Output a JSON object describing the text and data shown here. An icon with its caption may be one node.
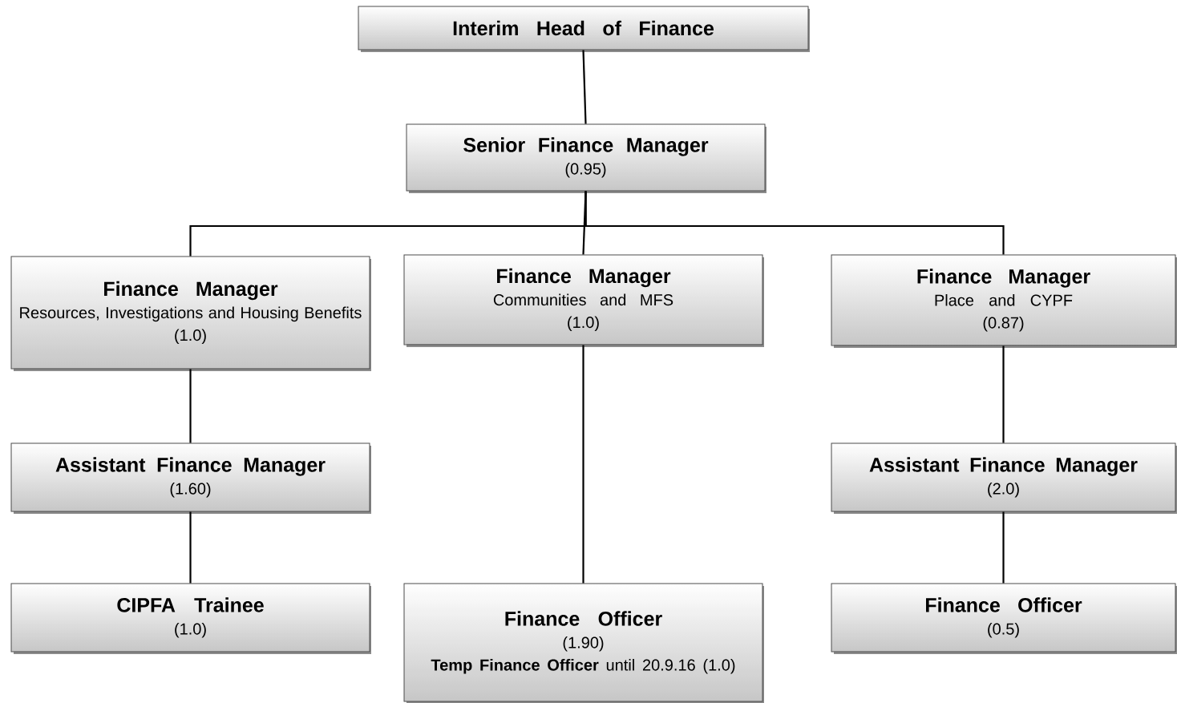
{
  "diagram": {
    "nodes": [
      {
        "text": [
          "Interim Head of Finance"
        ]
      },
      {
        "text": [
          "Senior Finance Manager",
          "(0.95)"
        ]
      },
      {
        "text": [
          "Finance Manager",
          "Resources, Investigations and Housing Benefits",
          "(1.0)"
        ]
      },
      {
        "text": [
          "Finance Manager",
          "Communities and MFS",
          "(1.0)"
        ]
      },
      {
        "text": [
          "Finance Manager",
          "Place and CYPF",
          "(0.87)"
        ]
      },
      {
        "text": [
          "Assistant Finance Manager",
          "(1.60)"
        ]
      },
      {
        "text": [
          "Assistant Finance Manager",
          "(2.0)"
        ]
      },
      {
        "text": [
          "CIPFA Trainee",
          "(1.0)"
        ]
      },
      {
        "text": [
          "Finance Officer",
          "(1.90)",
          "**Temp Finance Officer** until 20.9.16 (1.0)"
        ]
      },
      {
        "text": [
          "Finance Officer",
          "(0.5)"
        ]
      }
    ],
    "edges": [
      {
        "from": 0,
        "to": 1,
        "arrow": "none"
      },
      {
        "from": 1,
        "to": 2,
        "arrow": "none"
      },
      {
        "from": 1,
        "to": 3,
        "arrow": "none"
      },
      {
        "from": 1,
        "to": 4,
        "arrow": "none"
      },
      {
        "from": 2,
        "to": 5,
        "arrow": "none"
      },
      {
        "from": 5,
        "to": 7,
        "arrow": "none"
      },
      {
        "from": 3,
        "to": 8,
        "arrow": "none"
      },
      {
        "from": 4,
        "to": 6,
        "arrow": "none"
      },
      {
        "from": 6,
        "to": 9,
        "arrow": "none"
      }
    ]
  }
}
